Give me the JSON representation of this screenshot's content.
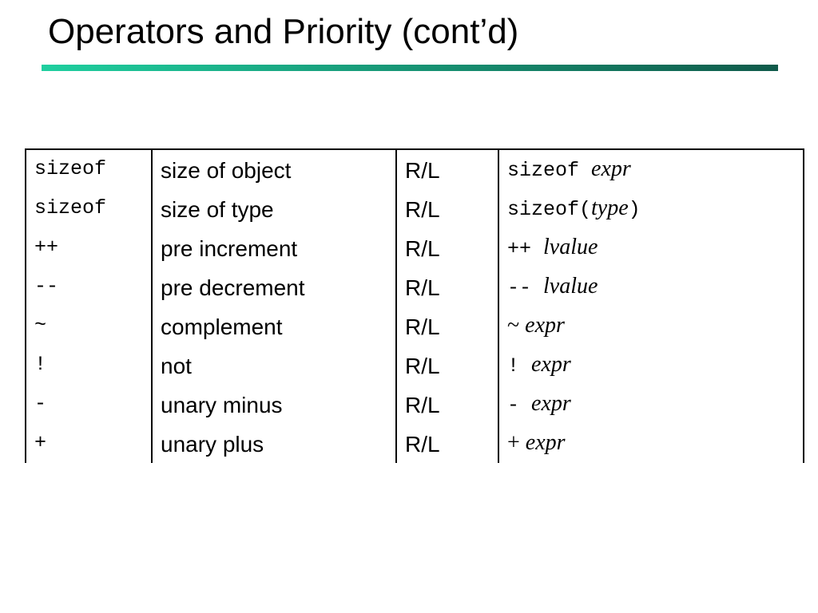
{
  "slide": {
    "title": "Operators and Priority (cont’d)",
    "rule_gradient": [
      "#1fcf9f",
      "#0f5a4a"
    ]
  },
  "table": {
    "rows": [
      {
        "op": "sizeof",
        "desc": "size of object",
        "assoc": "R/L",
        "expr": [
          {
            "t": "sizeof ",
            "s": "mono"
          },
          {
            "t": "expr",
            "s": "italic"
          }
        ]
      },
      {
        "op": "sizeof",
        "desc": "size of type",
        "assoc": "R/L",
        "expr": [
          {
            "t": "sizeof(",
            "s": "mono"
          },
          {
            "t": "type",
            "s": "italic"
          },
          {
            "t": ")",
            "s": "mono"
          }
        ]
      },
      {
        "op": "++",
        "desc": "pre increment",
        "assoc": "R/L",
        "expr": [
          {
            "t": "++ ",
            "s": "mono"
          },
          {
            "t": "lvalue",
            "s": "italic"
          }
        ]
      },
      {
        "op": "--",
        "desc": "pre decrement",
        "assoc": "R/L",
        "expr": [
          {
            "t": "-- ",
            "s": "mono"
          },
          {
            "t": "lvalue",
            "s": "italic"
          }
        ]
      },
      {
        "op": "~",
        "desc": "complement",
        "assoc": "R/L",
        "expr": [
          {
            "t": "~ ",
            "s": "serif"
          },
          {
            "t": "expr",
            "s": "italic"
          }
        ]
      },
      {
        "op": "!",
        "desc": "not",
        "assoc": "R/L",
        "expr": [
          {
            "t": "! ",
            "s": "mono"
          },
          {
            "t": "expr",
            "s": "italic"
          }
        ]
      },
      {
        "op": "-",
        "desc": "unary minus",
        "assoc": "R/L",
        "expr": [
          {
            "t": "- ",
            "s": "mono"
          },
          {
            "t": "expr",
            "s": "italic"
          }
        ]
      },
      {
        "op": "+",
        "desc": "unary plus",
        "assoc": "R/L",
        "expr": [
          {
            "t": "+ ",
            "s": "serif"
          },
          {
            "t": "expr",
            "s": "italic"
          }
        ]
      }
    ]
  }
}
